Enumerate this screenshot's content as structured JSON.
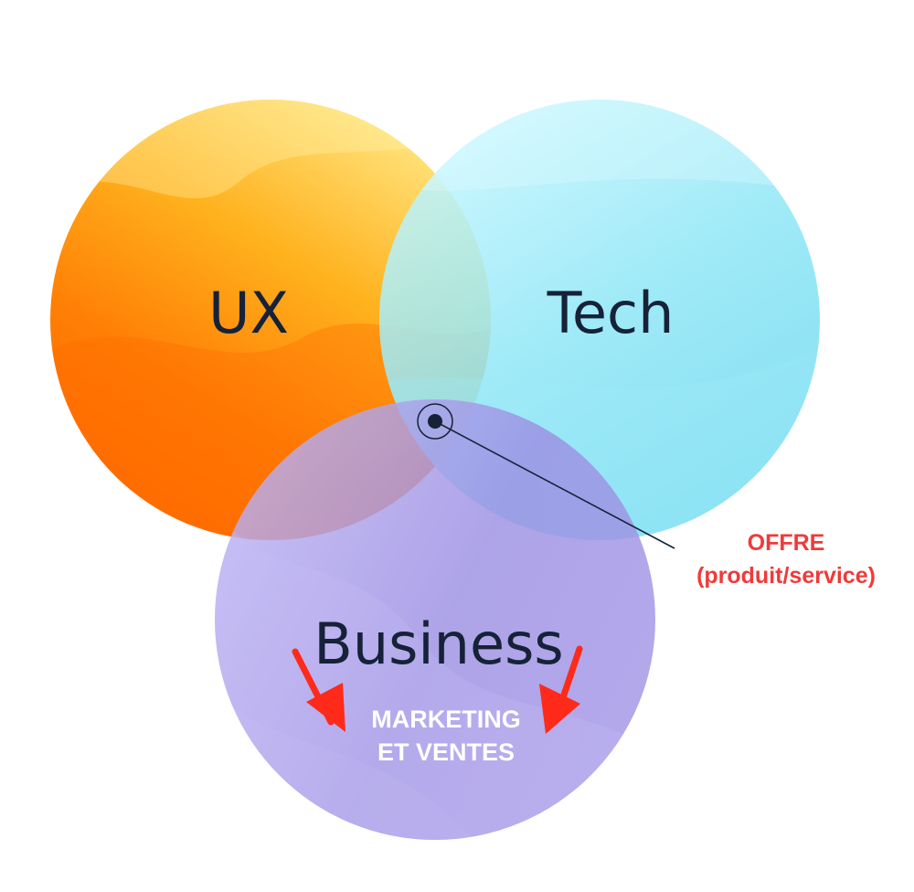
{
  "circles": {
    "ux": {
      "label": "UX",
      "colors": [
        "#ffd84a",
        "#ff9a1a",
        "#ff6e00"
      ]
    },
    "tech": {
      "label": "Tech",
      "colors": [
        "#c4f6ff",
        "#8fe6f6",
        "#5fd2ec"
      ]
    },
    "business": {
      "label": "Business",
      "colors": [
        "#b8aef0",
        "#9d90e4",
        "#8c7fdc"
      ]
    }
  },
  "annotation": {
    "line1": "OFFRE",
    "line2": "(produit/service)",
    "color": "#f03a3a"
  },
  "business_note": {
    "line1": "MARKETING",
    "line2": "ET VENTES",
    "arrow_color": "#ff2a1a"
  },
  "center_marker_color": "#152238"
}
